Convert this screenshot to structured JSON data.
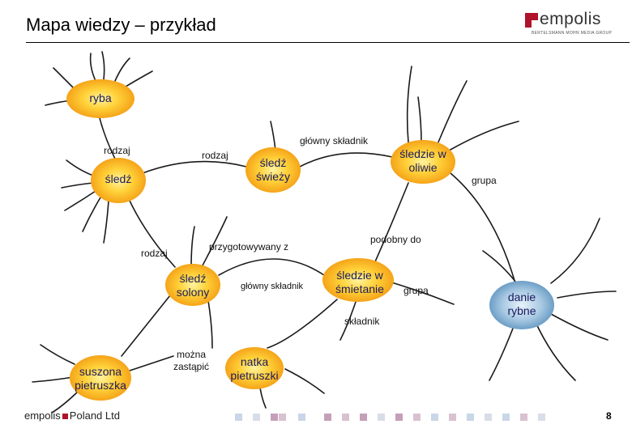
{
  "header": {
    "title": "Mapa wiedzy – przykład"
  },
  "logo": {
    "word": "empolis",
    "sub": "BERTELSMANN MOHN MEDIA GROUP"
  },
  "nodes": {
    "ryba": "ryba",
    "sledz": "śledź",
    "sledz_swiezy": "śledź świeży",
    "sledzie_oliwie": "śledzie w oliwie",
    "sledz_solony": "śledź solony",
    "sledzie_smietanie": "śledzie w śmietanie",
    "danie_rybne": "danie rybne",
    "suszona_pietruszka": "suszona pietruszka",
    "natka_pietruszki": "natka pietruszki"
  },
  "edges": {
    "rodzaj_1": "rodzaj",
    "rodzaj_2": "rodzaj",
    "rodzaj_3": "rodzaj",
    "glowny_skladnik_1": "główny składnik",
    "glowny_skladnik_2": "główny składnik",
    "grupa_1": "grupa",
    "grupa_2": "grupa",
    "podobny_do": "podobny do",
    "przygotowywany_z": "przygotowywany z",
    "skladnik": "składnik",
    "mozna_zastapic": "można zastąpić"
  },
  "footer": {
    "brand": "empolis",
    "suffix": "Poland Ltd",
    "page": "8"
  },
  "colors": {
    "node_orange": "#f7a11a",
    "node_yellow": "#ffe04a",
    "node_blue": "#6aa0c8",
    "line": "#222222"
  }
}
